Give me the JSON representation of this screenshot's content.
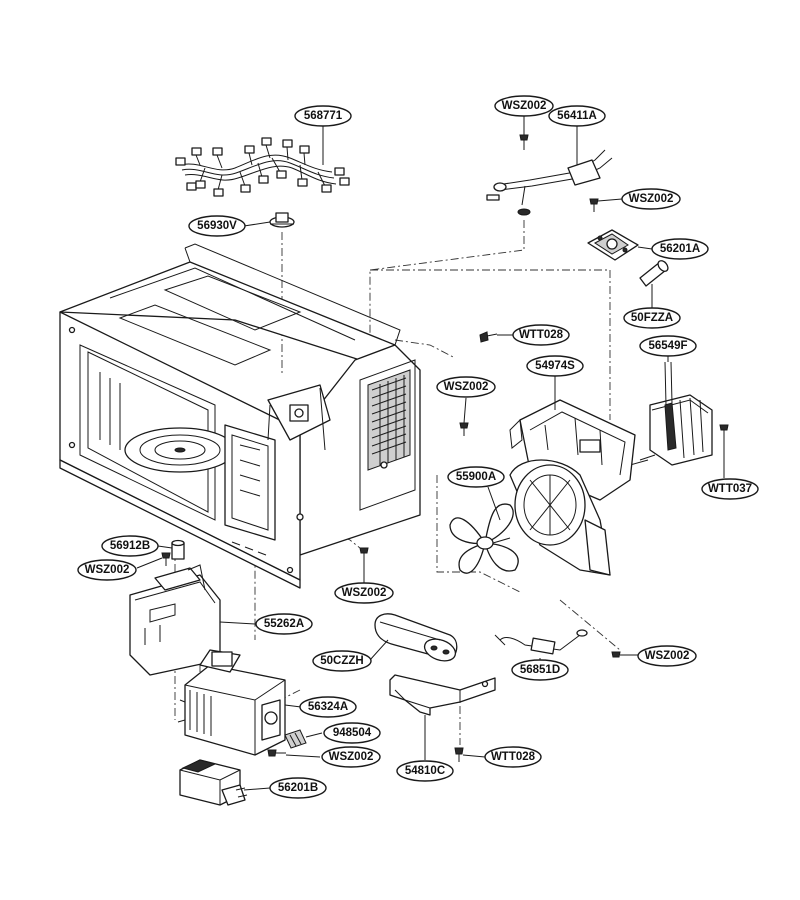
{
  "labels": {
    "p568771": "568771",
    "p56930V": "56930V",
    "p56411A": "56411A",
    "wsz_top": "WSZ002",
    "wsz_right_top": "WSZ002",
    "p56201A": "56201A",
    "p50FZZA": "50FZZA",
    "wtt_mid": "WTT028",
    "p56549F": "56549F",
    "p54974S": "54974S",
    "wsz_mid": "WSZ002",
    "p55900A": "55900A",
    "wtt037": "WTT037",
    "p56912B": "56912B",
    "wsz_left": "WSZ002",
    "wsz_center": "WSZ002",
    "p55262A": "55262A",
    "p50CZZH": "50CZZH",
    "p56851D": "56851D",
    "wsz_right_low": "WSZ002",
    "p56324A": "56324A",
    "p948504": "948504",
    "wsz_bottom": "WSZ002",
    "p54810C": "54810C",
    "wtt_bottom": "WTT028",
    "p56201B": "56201B"
  }
}
